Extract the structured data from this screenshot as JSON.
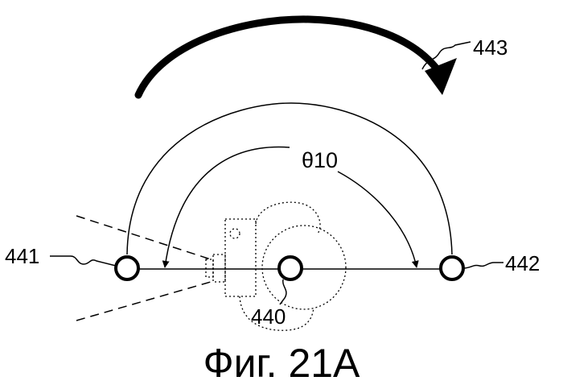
{
  "figure": {
    "caption": "Фиг. 21А",
    "labels": {
      "camera": "440",
      "left_point": "441",
      "right_point": "442",
      "rotation": "443",
      "angle": "θ10"
    }
  }
}
